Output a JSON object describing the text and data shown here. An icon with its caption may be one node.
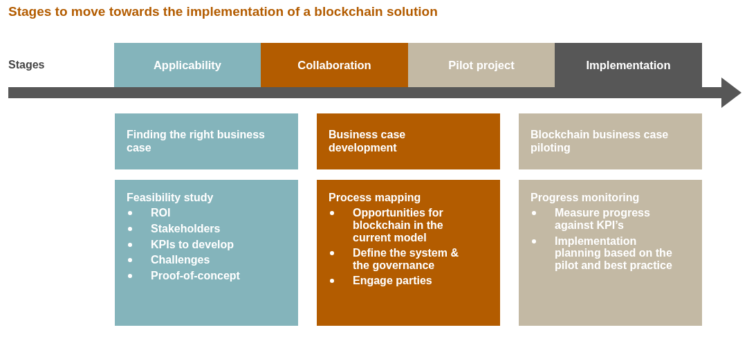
{
  "diagram": {
    "title": "Stages to move towards the implementation of a blockchain solution",
    "nodes": [
      {
        "text": [
          "Applicability"
        ]
      },
      {
        "text": [
          "Collaboration"
        ]
      },
      {
        "text": [
          "Pilot project"
        ]
      },
      {
        "text": [
          "Implementation"
        ]
      },
      {
        "text": [
          "Finding the right business case"
        ]
      },
      {
        "text": [
          "Business case development"
        ]
      },
      {
        "text": [
          "Blockchain business case piloting"
        ]
      },
      {
        "text": [
          "Feasibility study",
          "ROI",
          "Stakeholders",
          "KPIs to develop",
          "Challenges",
          "Proof-of-concept"
        ]
      },
      {
        "text": [
          "Process mapping",
          "Opportunities for blockchain in the current model",
          "Define the system & the governance",
          "Engage parties"
        ]
      },
      {
        "text": [
          "Progress monitoring",
          "Measure progress against KPI’s",
          "Implementation planning based on the pilot and best practice"
        ]
      }
    ],
    "labels": [
      "Stages"
    ]
  }
}
